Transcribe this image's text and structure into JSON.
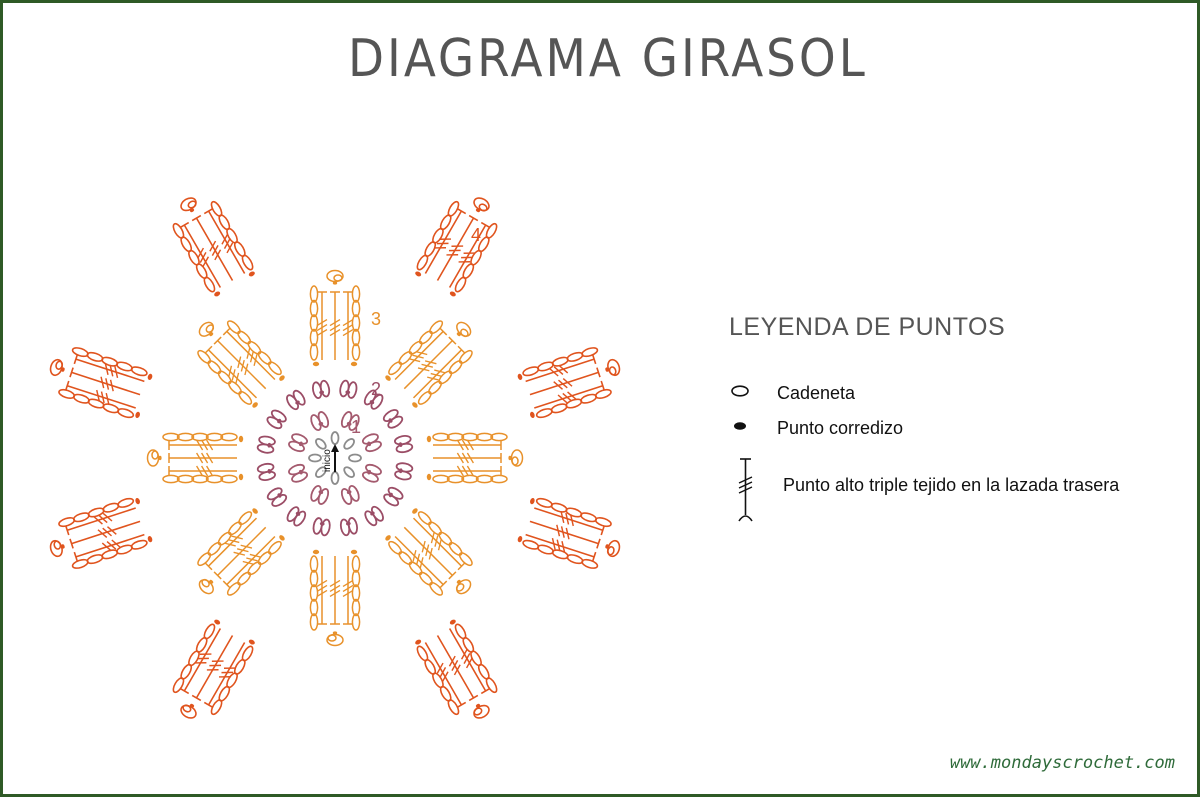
{
  "title": "DIAGRAMA GIRASOL",
  "diagram": {
    "start_label": "inicio",
    "round_numbers": [
      "1",
      "2",
      "3",
      "4"
    ],
    "colors": {
      "chain_ring": "#8c8c8c",
      "round_1": "#a45a6e",
      "round_2": "#9b4d66",
      "round_3": "#e8912a",
      "round_4": "#e0541e"
    }
  },
  "legend": {
    "title": "LEYENDA DE PUNTOS",
    "items": [
      {
        "icon": "chain-oval-icon",
        "label": "Cadeneta"
      },
      {
        "icon": "slip-stitch-dot-icon",
        "label": "Punto corredizo"
      },
      {
        "icon": "triple-crochet-icon",
        "label": "Punto alto triple tejido en la lazada trasera"
      }
    ]
  },
  "website": "www.mondayscrochet.com"
}
